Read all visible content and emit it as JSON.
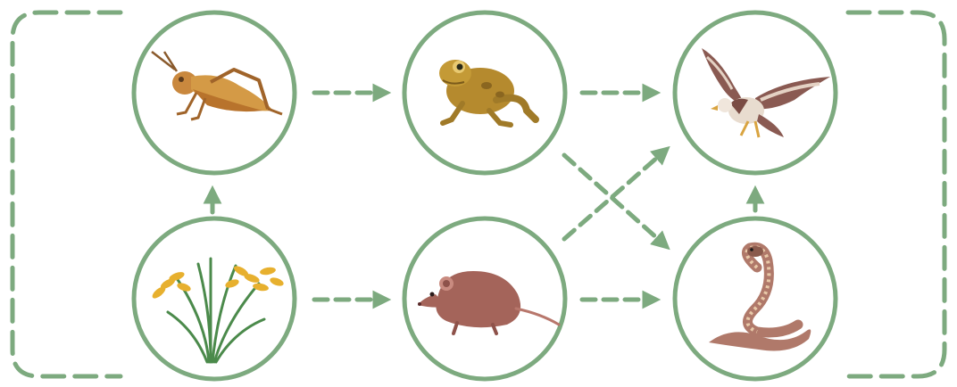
{
  "diagram": {
    "type": "food-web",
    "colors": {
      "ring": "#7daa7f",
      "arrow": "#7daa7f",
      "border": "#7daa7f",
      "background": "#ffffff"
    },
    "nodes": [
      {
        "id": "grasshopper",
        "icon": "grasshopper-icon"
      },
      {
        "id": "frog",
        "icon": "frog-icon"
      },
      {
        "id": "eagle",
        "icon": "eagle-icon"
      },
      {
        "id": "rice",
        "icon": "rice-plant-icon"
      },
      {
        "id": "rat",
        "icon": "rat-icon"
      },
      {
        "id": "snake",
        "icon": "snake-icon"
      }
    ],
    "edges": [
      {
        "from": "rice",
        "to": "grasshopper"
      },
      {
        "from": "grasshopper",
        "to": "frog"
      },
      {
        "from": "frog",
        "to": "eagle"
      },
      {
        "from": "frog",
        "to": "snake"
      },
      {
        "from": "rice",
        "to": "rat"
      },
      {
        "from": "rat",
        "to": "snake"
      },
      {
        "from": "rat",
        "to": "eagle"
      },
      {
        "from": "snake",
        "to": "eagle"
      }
    ]
  }
}
